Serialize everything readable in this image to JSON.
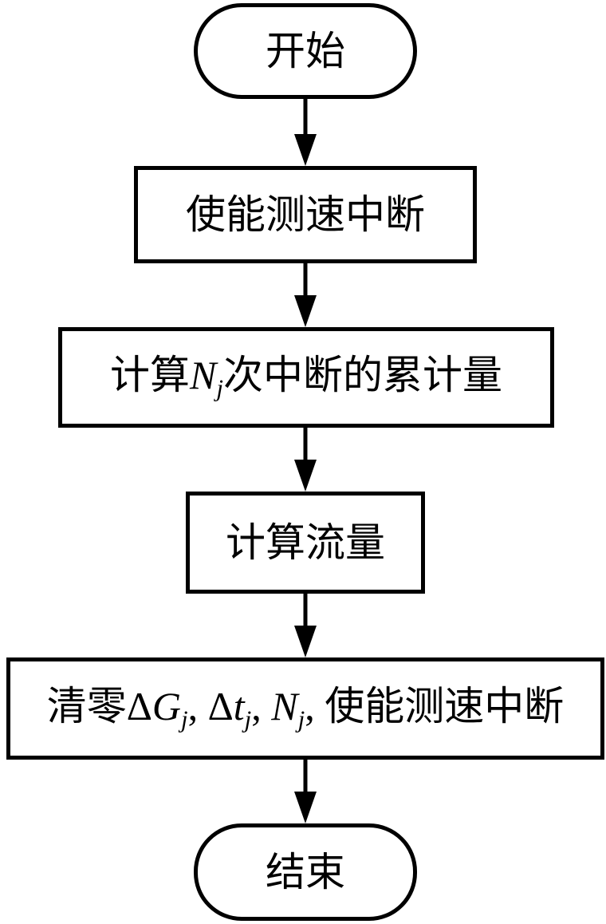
{
  "flowchart": {
    "start": {
      "label": "开始"
    },
    "step1": {
      "label": "使能测速中断"
    },
    "step2": {
      "prefix": "计算",
      "var": "N",
      "sub": "j",
      "suffix": "次中断的累计量"
    },
    "step3": {
      "label": "计算流量"
    },
    "step4": {
      "prefix": "清零",
      "delta1": "Δ",
      "var1": "G",
      "sub1": "j",
      "sep1": ", ",
      "delta2": "Δ",
      "var2": "t",
      "sub2": "j",
      "sep2": ", ",
      "var3": "N",
      "sub3": "j",
      "sep3": ", ",
      "suffix": "使能测速中断"
    },
    "end": {
      "label": "结束"
    }
  }
}
